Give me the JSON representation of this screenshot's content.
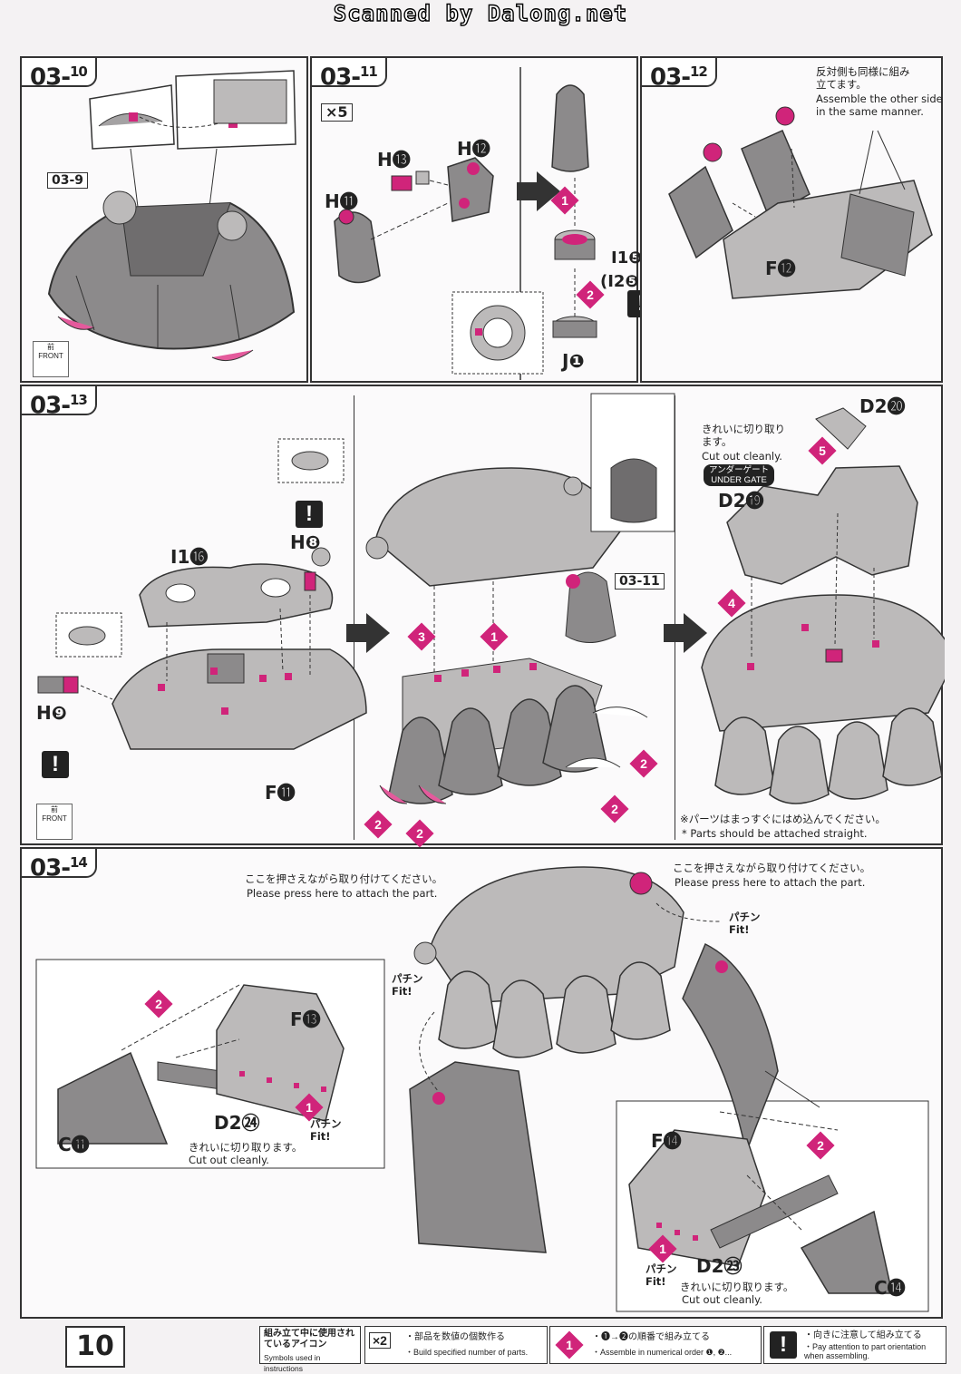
{
  "scan_label": "Scanned by Dalong.net",
  "page_number": "10",
  "steps": {
    "s10": {
      "no": "03",
      "sub": "10",
      "ref_label": "03-9",
      "front": "前",
      "front_en": "FRONT"
    },
    "s11": {
      "no": "03",
      "sub": "11",
      "qty": "×5",
      "parts": [
        "H⓭",
        "H⓬",
        "H⓫",
        "I1❺",
        "(I2❺)",
        "J❶"
      ],
      "step1": "1",
      "step2": "2"
    },
    "s12": {
      "no": "03",
      "sub": "12",
      "note_jp": "反対側も同様に組み立てます。",
      "note_en": "Assemble the other side in the same manner.",
      "part": "F⓬"
    },
    "s13": {
      "no": "03",
      "sub": "13",
      "parts": [
        "I1⓰",
        "H❽",
        "H❾",
        "F⓫",
        "D2⓴",
        "D2⓳"
      ],
      "ref_label": "03-11",
      "cut_jp": "きれいに切り取ります。",
      "cut_en": "Cut out cleanly.",
      "gate_jp": "アンダーゲート",
      "gate_en": "UNDER GATE",
      "attach_jp": "※パーツはまっすぐにはめ込んでください。",
      "attach_en": "* Parts should be attached straight.",
      "steps": [
        "1",
        "2",
        "3",
        "4",
        "5"
      ],
      "front": "前",
      "front_en": "FRONT"
    },
    "s14": {
      "no": "03",
      "sub": "14",
      "press_jp": "ここを押さえながら取り付けてください。",
      "press_en": "Please press here to attach the part.",
      "fit_jp": "パチン",
      "fit_en": "Fit!",
      "parts": [
        "F⓭",
        "C⓫",
        "D2㉔",
        "F⓮",
        "D2㉓",
        "C⓮"
      ],
      "cut_jp": "きれいに切り取ります。",
      "cut_en": "Cut out cleanly."
    }
  },
  "footer": {
    "icons_jp": "組み立て中に使用されているアイコン",
    "icons_en": "Symbols used in instructions",
    "x2": "×2",
    "x2_jp": "・部品を数値の個数作る",
    "x2_en": "・Build specified number of parts.",
    "order_icon": "1",
    "order_jp": "・❶→❷の順番で組み立てる",
    "order_en": "・Assemble in numerical order ❶, ❷...",
    "attn_icon": "!",
    "attn_jp": "・向きに注意して組み立てる",
    "attn_en": "・Pay attention to part orientation when assembling."
  },
  "colors": {
    "accent": "#d0247a",
    "part_gray": "#8c8a8b",
    "line": "#333333"
  }
}
